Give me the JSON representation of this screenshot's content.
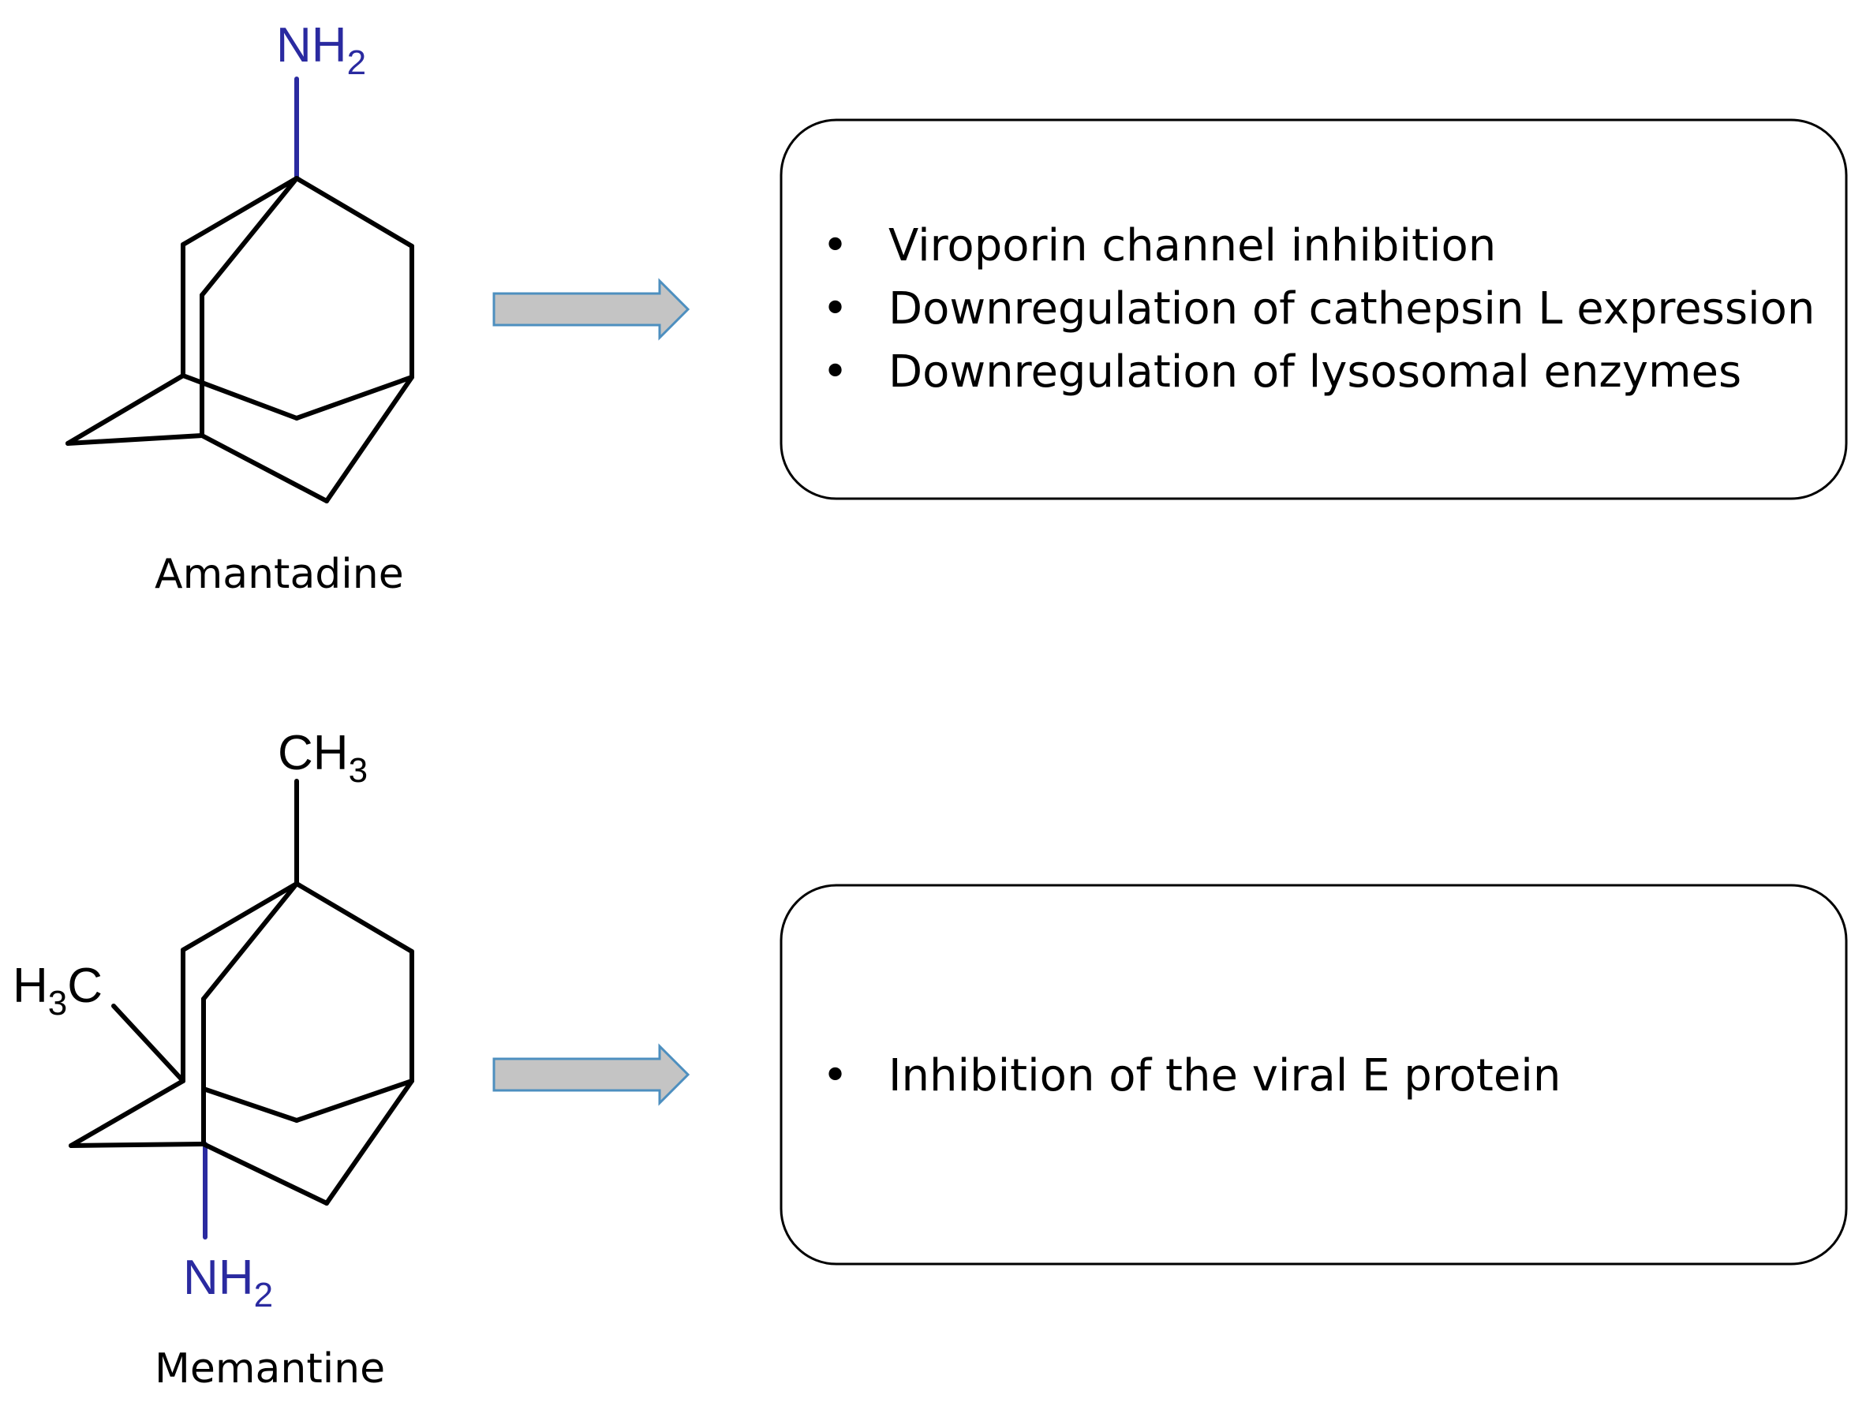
{
  "amantadine": {
    "name": "Amantadine",
    "group_top": {
      "main": "NH",
      "sub": "2"
    },
    "color_n": "#2a2aa0",
    "effects": [
      "Viroporin channel inhibition",
      "Downregulation of cathepsin L expression",
      "Downregulation of lysosomal enzymes"
    ]
  },
  "memantine": {
    "name": "Memantine",
    "group_top": {
      "main": "CH",
      "sub": "3"
    },
    "group_left": {
      "main": "H",
      "sub": "3",
      "tail": "C"
    },
    "group_bottom": {
      "main": "NH",
      "sub": "2"
    },
    "color_n": "#2a2aa0",
    "effects": [
      "Inhibition of the viral E protein"
    ]
  },
  "bullet_symbol": "•",
  "arrow_fill": "#c4c4c4",
  "arrow_stroke": "#4d8fbf"
}
